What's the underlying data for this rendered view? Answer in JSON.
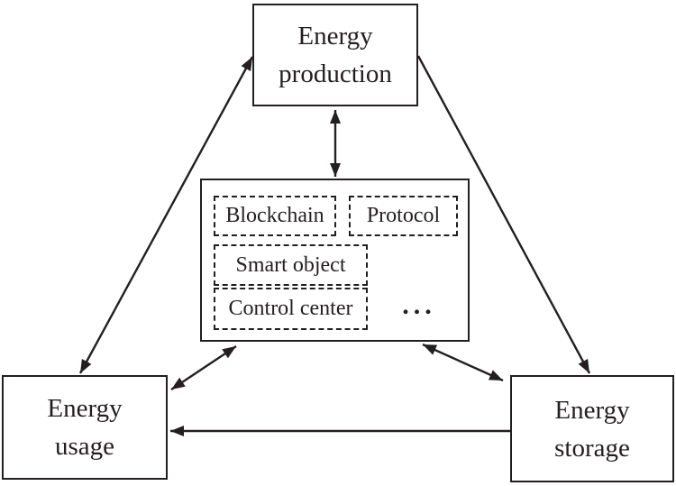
{
  "nodes": {
    "production": {
      "line1": "Energy",
      "line2": "production"
    },
    "usage": {
      "line1": "Energy",
      "line2": "usage"
    },
    "storage": {
      "line1": "Energy",
      "line2": "storage"
    }
  },
  "center_panel": {
    "items": [
      {
        "id": "blockchain",
        "label": "Blockchain"
      },
      {
        "id": "protocol",
        "label": "Protocol"
      },
      {
        "id": "smart-object",
        "label": "Smart object"
      },
      {
        "id": "control-center",
        "label": "Control center"
      },
      {
        "id": "ellipsis",
        "label": "..."
      }
    ]
  },
  "edges": [
    {
      "from": "energy-production",
      "to": "energy-usage",
      "direction": "bidirectional"
    },
    {
      "from": "energy-production",
      "to": "energy-storage",
      "direction": "one-way"
    },
    {
      "from": "energy-production",
      "to": "center-panel",
      "direction": "bidirectional"
    },
    {
      "from": "center-panel",
      "to": "energy-usage",
      "direction": "bidirectional"
    },
    {
      "from": "center-panel",
      "to": "energy-storage",
      "direction": "bidirectional"
    },
    {
      "from": "energy-storage",
      "to": "energy-usage",
      "direction": "one-way"
    }
  ],
  "colors": {
    "line": "#231f20",
    "background": "#ffffff"
  }
}
